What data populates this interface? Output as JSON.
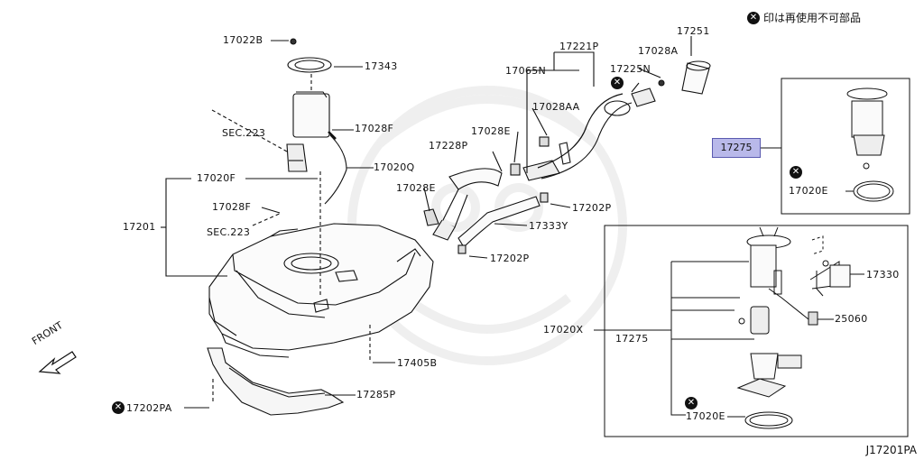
{
  "legend": {
    "text": "印は再使用不可部品",
    "icon": "x-circle-icon"
  },
  "diagram_code": "J17201PA",
  "front_label": "FRONT",
  "highlighted_part": "17275",
  "labels": {
    "p17022B": "17022B",
    "p17343": "17343",
    "sec223a": "SEC.223",
    "p17028F_a": "17028F",
    "p17020Q": "17020Q",
    "p17020F": "17020F",
    "p17028F_b": "17028F",
    "p17201": "17201",
    "sec223b": "SEC.223",
    "p17405B": "17405B",
    "p17285P": "17285P",
    "p17202PA": "17202PA",
    "p17228P": "17228P",
    "p17028E_a": "17028E",
    "p17028E_b": "17028E",
    "p17065N": "17065N",
    "p17221P": "17221P",
    "p17028A": "17028A",
    "p17251": "17251",
    "p17225N": "17225N",
    "p17028AA": "17028AA",
    "p17202P_a": "17202P",
    "p17333Y": "17333Y",
    "p17202P_b": "17202P",
    "p17020E_a": "17020E",
    "p17330": "17330",
    "p25060": "25060",
    "p17020X": "17020X",
    "p17275_b": "17275",
    "p17020E_b": "17020E"
  },
  "nonreusable_parts": [
    "17225N",
    "17202PA",
    "17020E",
    "17020E"
  ]
}
